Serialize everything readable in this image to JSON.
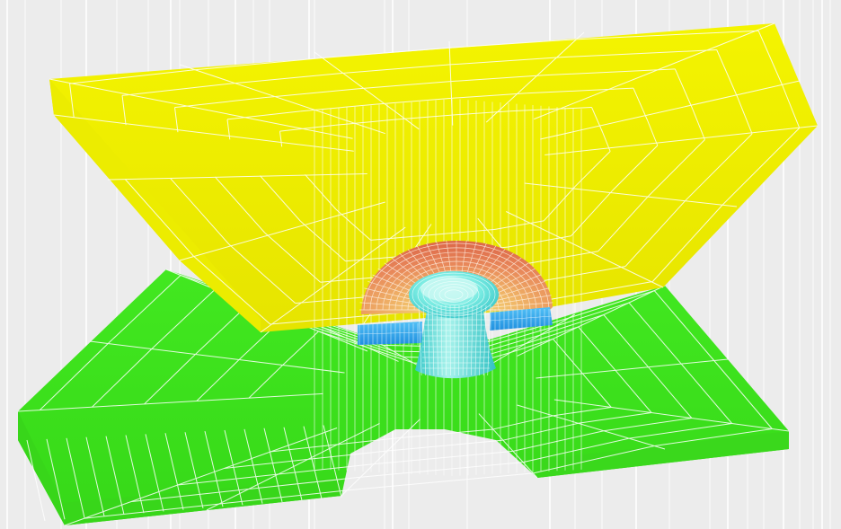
{
  "scene": {
    "background_color": "#ececec",
    "parts": [
      {
        "id": "upper-die",
        "color": "#f2f200"
      },
      {
        "id": "lower-die",
        "color": "#3fe61f"
      },
      {
        "id": "ring-workpiece",
        "colors": [
          "#f4d870",
          "#e8925a",
          "#e06a4a"
        ]
      },
      {
        "id": "ring-base",
        "color": "#2aa6ee"
      },
      {
        "id": "punch-insert",
        "colors": [
          "#bff5f0",
          "#5fe4dc",
          "#2bc3c6"
        ]
      }
    ],
    "mesh_color": "#ffffff"
  }
}
